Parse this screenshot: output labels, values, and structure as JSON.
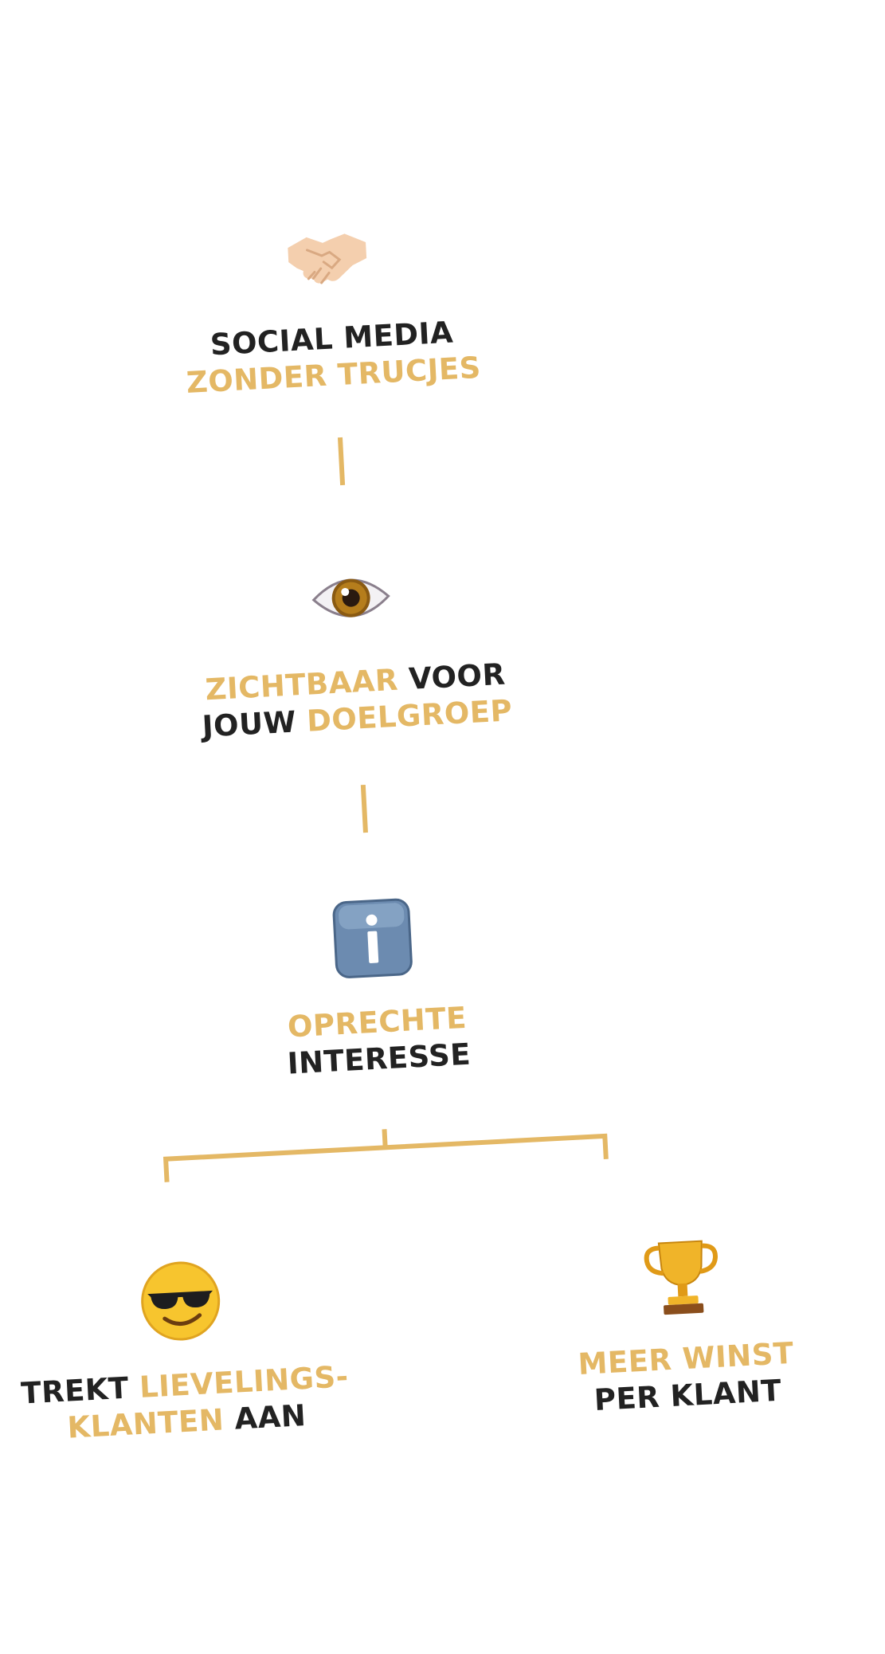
{
  "colors": {
    "accent": "#e4b865",
    "text": "#222222"
  },
  "nodes": {
    "social": {
      "icon": "handshake-icon",
      "line1_dark": "SOCIAL MEDIA",
      "line2_gold": "ZONDER TRUCJES"
    },
    "visible": {
      "icon": "eye-icon",
      "line1_gold": "ZICHTBAAR",
      "line1_dark": "VOOR",
      "line2_dark": "JOUW",
      "line2_gold": "DOELGROEP"
    },
    "interest": {
      "icon": "info-icon",
      "line1_gold": "OPRECHTE",
      "line2_dark": "INTERESSE"
    },
    "clients": {
      "icon": "sunglasses-face-icon",
      "line1_dark": "TREKT",
      "line1_gold": "LIEVELINGS-",
      "line2_gold": "KLANTEN",
      "line2_dark": "AAN"
    },
    "profit": {
      "icon": "trophy-icon",
      "line1_gold": "MEER WINST",
      "line2_dark": "PER KLANT"
    }
  }
}
